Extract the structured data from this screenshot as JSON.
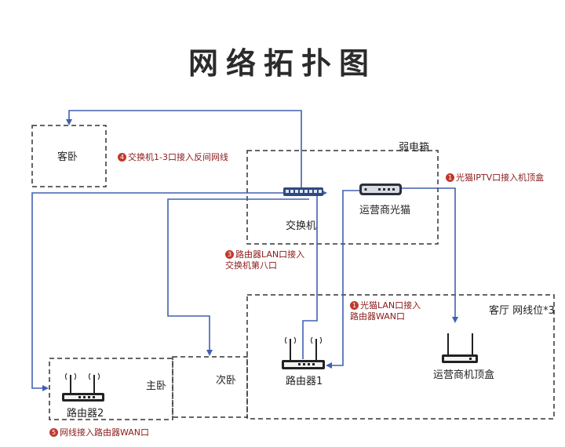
{
  "title": "网络拓扑图",
  "rooms": {
    "guest_bedroom": "客卧",
    "weak_box": "弱电箱",
    "living_room": "客厅 网线位*3",
    "master_bedroom": "主卧",
    "second_bedroom": "次卧"
  },
  "devices": {
    "switch": "交换机",
    "modem": "运营商光猫",
    "router1": "路由器1",
    "router2": "路由器2",
    "settop": "运营商机顶盒"
  },
  "notes": [
    {
      "num": "1",
      "lines": [
        "光猫IPTV口接入机顶盒"
      ]
    },
    {
      "num": "1",
      "lines": [
        "光猫LAN口接入",
        "路由器WAN口"
      ]
    },
    {
      "num": "3",
      "lines": [
        "路由器LAN口接入",
        "交换机第八口"
      ]
    },
    {
      "num": "4",
      "lines": [
        "交换机1-3口接入反间网线"
      ]
    },
    {
      "num": "5",
      "lines": [
        "网线接入路由器WAN口"
      ]
    }
  ],
  "colors": {
    "line": "#4060b0",
    "note": "#8b1a1a",
    "badge": "#c0392b",
    "dash": "#333333"
  }
}
